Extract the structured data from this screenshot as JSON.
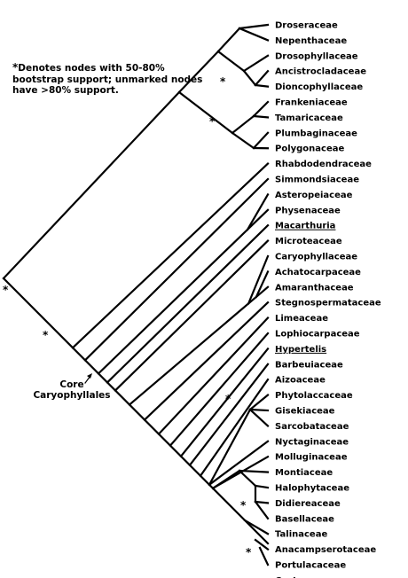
{
  "note": {
    "asterisk": "*",
    "text": "Denotes nodes with 50-80% bootstrap support; unmarked nodes have >80% support."
  },
  "clade_label": {
    "line1": "Core",
    "line2": "Caryophyllales"
  },
  "support_marker": "*",
  "taxa": [
    {
      "name": "Droseraceae",
      "underlined": false
    },
    {
      "name": "Nepenthaceae",
      "underlined": false
    },
    {
      "name": "Drosophyllaceae",
      "underlined": false
    },
    {
      "name": "Ancistrocladaceae",
      "underlined": false
    },
    {
      "name": "Dioncophyllaceae",
      "underlined": false
    },
    {
      "name": "Frankeniaceae",
      "underlined": false
    },
    {
      "name": "Tamaricaceae",
      "underlined": false
    },
    {
      "name": "Plumbaginaceae",
      "underlined": false
    },
    {
      "name": "Polygonaceae",
      "underlined": false
    },
    {
      "name": "Rhabdodendraceae",
      "underlined": false
    },
    {
      "name": "Simmondsiaceae",
      "underlined": false
    },
    {
      "name": "Asteropeiaceae",
      "underlined": false
    },
    {
      "name": "Physenaceae",
      "underlined": false
    },
    {
      "name": "Macarthuria",
      "underlined": true
    },
    {
      "name": "Microteaceae",
      "underlined": false
    },
    {
      "name": "Caryophyllaceae",
      "underlined": false
    },
    {
      "name": "Achatocarpaceae",
      "underlined": false
    },
    {
      "name": "Amaranthaceae",
      "underlined": false
    },
    {
      "name": "Stegnospermataceae",
      "underlined": false
    },
    {
      "name": "Limeaceae",
      "underlined": false
    },
    {
      "name": "Lophiocarpaceae",
      "underlined": false
    },
    {
      "name": "Hypertelis",
      "underlined": true
    },
    {
      "name": "Barbeuiaceae",
      "underlined": false
    },
    {
      "name": "Aizoaceae",
      "underlined": false
    },
    {
      "name": "Phytolaccaceae",
      "underlined": false
    },
    {
      "name": "Gisekiaceae",
      "underlined": false
    },
    {
      "name": "Sarcobataceae",
      "underlined": false
    },
    {
      "name": "Nyctaginaceae",
      "underlined": false
    },
    {
      "name": "Molluginaceae",
      "underlined": false
    },
    {
      "name": "Montiaceae",
      "underlined": false
    },
    {
      "name": "Halophytaceae",
      "underlined": false
    },
    {
      "name": "Didiereaceae",
      "underlined": false
    },
    {
      "name": "Basellaceae",
      "underlined": false
    },
    {
      "name": "Talinaceae",
      "underlined": false
    },
    {
      "name": "Anacampserotaceae",
      "underlined": false
    },
    {
      "name": "Portulacaceae",
      "underlined": false
    },
    {
      "name": "Cactaceae",
      "underlined": false
    }
  ]
}
